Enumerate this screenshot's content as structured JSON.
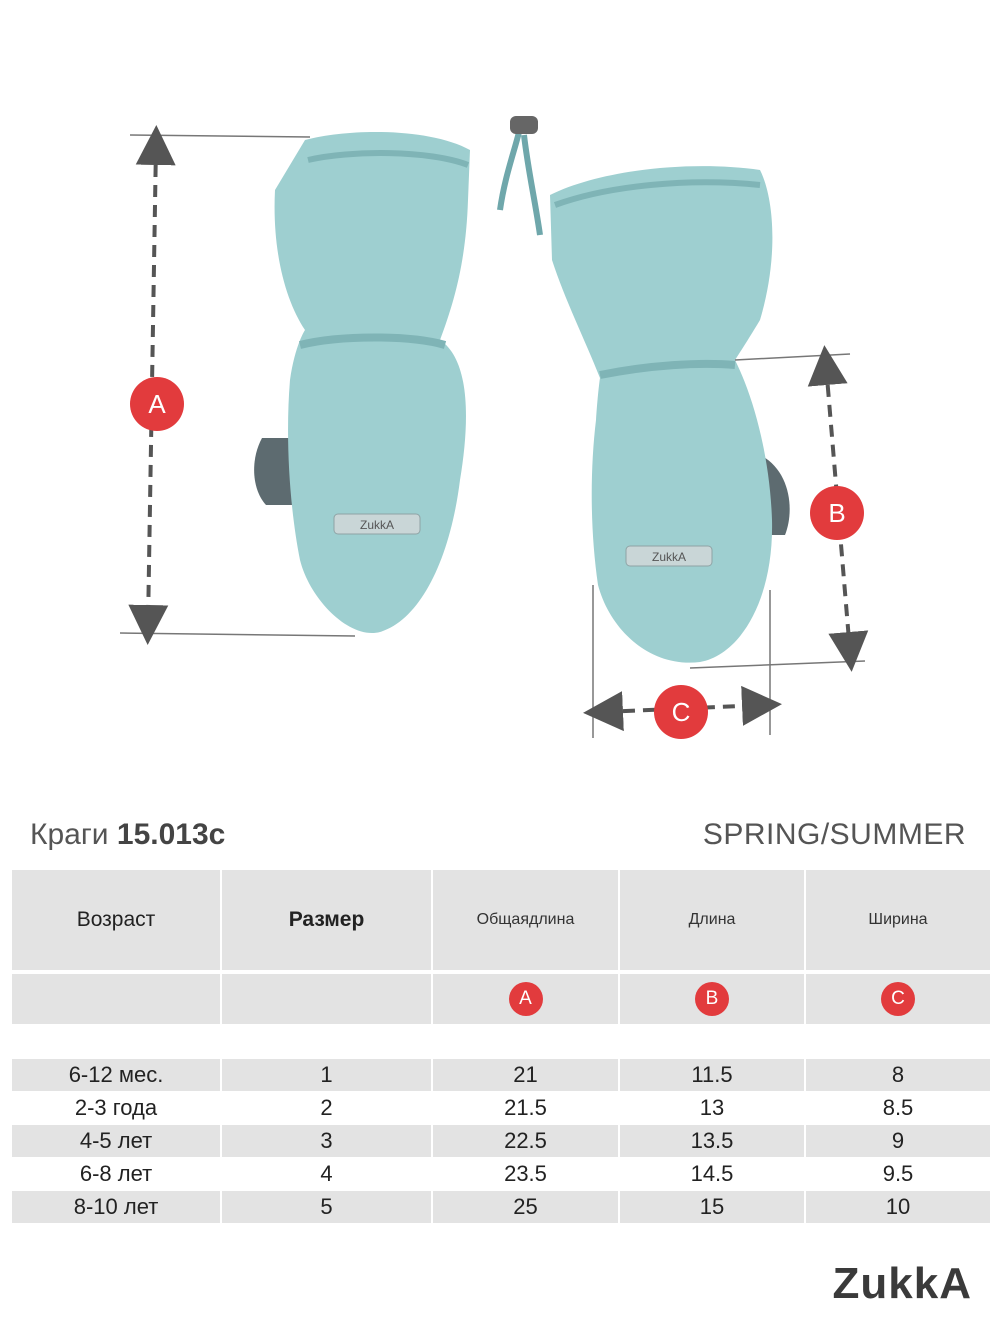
{
  "illustration": {
    "mitten_color": "#9ecfd0",
    "palm_color": "#5d6b70",
    "label_text": "ZukkA",
    "marker_color": "#e23b3d",
    "markers": [
      "A",
      "B",
      "C"
    ]
  },
  "product": {
    "name": "Краги",
    "code": "15.013с",
    "season": "SPRING/SUMMER"
  },
  "table": {
    "headers": [
      "Возраст",
      "Размер",
      "Общая длина",
      "Длина",
      "Ширина"
    ],
    "header_line1": "Общая",
    "header_line2": "длина",
    "letters": [
      "A",
      "B",
      "C"
    ],
    "rows": [
      {
        "age": "6-12 мес.",
        "size": "1",
        "a": "21",
        "b": "11.5",
        "c": "8"
      },
      {
        "age": "2-3 года",
        "size": "2",
        "a": "21.5",
        "b": "13",
        "c": "8.5"
      },
      {
        "age": "4-5 лет",
        "size": "3",
        "a": "22.5",
        "b": "13.5",
        "c": "9"
      },
      {
        "age": "6-8 лет",
        "size": "4",
        "a": "23.5",
        "b": "14.5",
        "c": "9.5"
      },
      {
        "age": "8-10 лет",
        "size": "5",
        "a": "25",
        "b": "15",
        "c": "10"
      }
    ]
  },
  "brand": "ZukkA"
}
